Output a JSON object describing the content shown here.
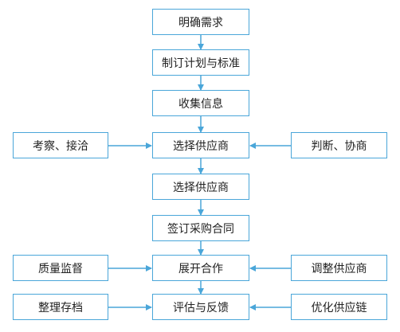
{
  "center_steps": [
    {
      "label": "明确需求"
    },
    {
      "label": "制订计划与标准"
    },
    {
      "label": "收集信息"
    },
    {
      "label": "选择供应商"
    },
    {
      "label": "选择供应商"
    },
    {
      "label": "签订采购合同"
    },
    {
      "label": "展开合作"
    },
    {
      "label": "评估与反馈"
    }
  ],
  "left_inputs": [
    {
      "label": "考察、接洽",
      "target_step": 4
    },
    {
      "label": "质量监督",
      "target_step": 7
    },
    {
      "label": "整理存档",
      "target_step": 8
    }
  ],
  "right_inputs": [
    {
      "label": "判断、协商",
      "target_step": 4
    },
    {
      "label": "调整供应商",
      "target_step": 7
    },
    {
      "label": "优化供应链",
      "target_step": 8
    }
  ],
  "colors": {
    "box_border": "#4aa6d9",
    "arrow": "#4aa6d9",
    "text": "#222222"
  }
}
